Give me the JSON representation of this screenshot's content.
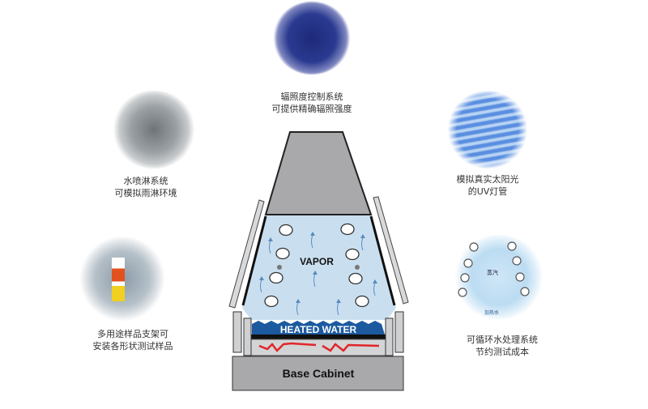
{
  "features": [
    {
      "id": "irradiance",
      "lines": [
        "辐照度控制系统",
        "可提供精确辐照强度"
      ]
    },
    {
      "id": "spray",
      "lines": [
        "水喷淋系统",
        "可模拟雨淋环境"
      ]
    },
    {
      "id": "uv",
      "lines": [
        "模拟真实太阳光",
        "的UV灯管"
      ]
    },
    {
      "id": "holder",
      "lines": [
        "多用途样品支架可",
        "安装各形状测试样品"
      ]
    },
    {
      "id": "water",
      "lines": [
        "可循环水处理系统",
        "节约测试成本"
      ],
      "inset_labels": [
        "蒸汽",
        "加热水"
      ]
    }
  ],
  "diagram": {
    "vapor": "VAPOR",
    "heated_water": "HEATED WATER",
    "base": "Base Cabinet"
  },
  "colors": {
    "chamber": "#c9dff0",
    "water": "#1c5aa0",
    "hood": "#a9a9ab",
    "heater": "#e0262a",
    "panel": "#d8d9db"
  }
}
